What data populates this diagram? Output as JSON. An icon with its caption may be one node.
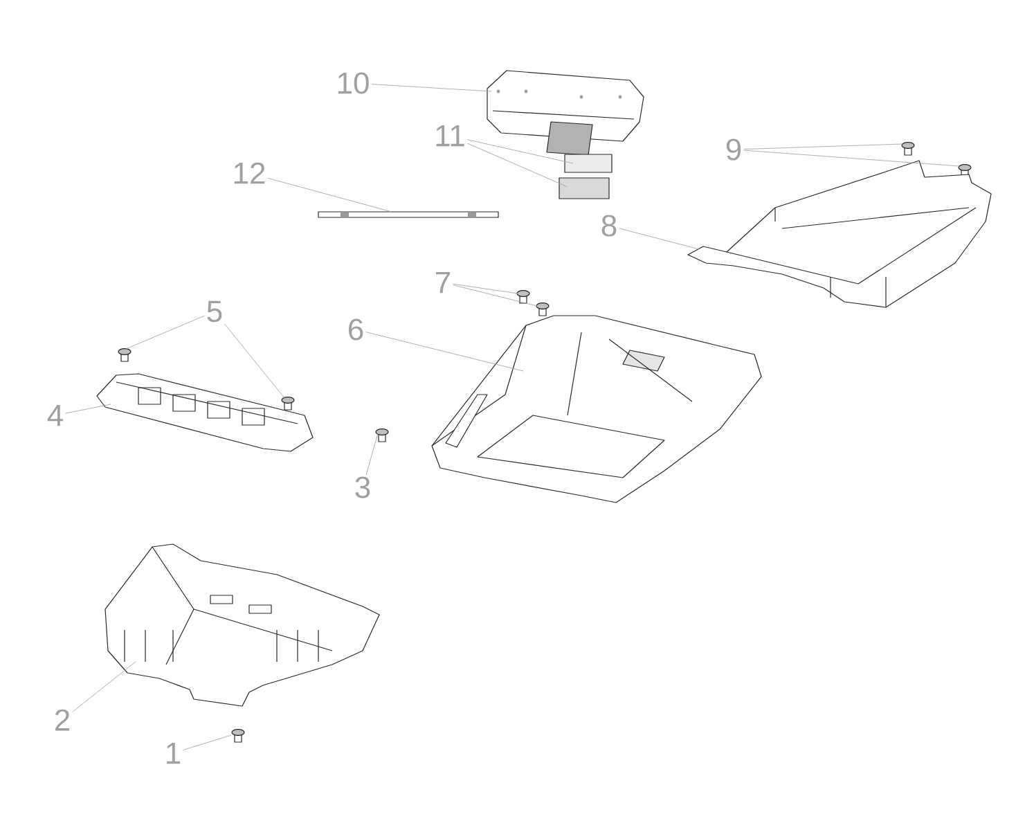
{
  "diagram": {
    "nodes": [
      {
        "text": [
          "10"
        ]
      },
      {
        "text": [],
        "shape": "picture"
      },
      {
        "text": [
          "11"
        ]
      },
      {
        "text": [],
        "shape": "box"
      },
      {
        "text": [],
        "shape": "box"
      },
      {
        "text": [
          "12"
        ]
      },
      {
        "text": [],
        "shape": "picture"
      },
      {
        "text": [
          "9"
        ]
      },
      {
        "text": [],
        "shape": "picture"
      },
      {
        "text": [],
        "shape": "picture"
      },
      {
        "text": [
          "8"
        ]
      },
      {
        "text": [],
        "shape": "picture"
      },
      {
        "text": [
          "7"
        ]
      },
      {
        "text": [],
        "shape": "picture"
      },
      {
        "text": [],
        "shape": "picture"
      },
      {
        "text": [
          "6"
        ]
      },
      {
        "text": [],
        "shape": "picture"
      },
      {
        "text": [
          "5"
        ]
      },
      {
        "text": [],
        "shape": "picture"
      },
      {
        "text": [],
        "shape": "picture"
      },
      {
        "text": [
          "4"
        ]
      },
      {
        "text": [],
        "shape": "picture"
      },
      {
        "text": [
          "3"
        ]
      },
      {
        "text": [],
        "shape": "picture"
      },
      {
        "text": [
          "2"
        ]
      },
      {
        "text": [],
        "shape": "picture"
      },
      {
        "text": [
          "1"
        ]
      },
      {
        "text": [],
        "shape": "picture"
      }
    ],
    "edges": [
      {
        "from": 0,
        "to": 1,
        "arrow": "none"
      },
      {
        "from": 2,
        "to": 3,
        "arrow": "none"
      },
      {
        "from": 2,
        "to": 4,
        "arrow": "none"
      },
      {
        "from": 5,
        "to": 6,
        "arrow": "none"
      },
      {
        "from": 7,
        "to": 8,
        "arrow": "none"
      },
      {
        "from": 7,
        "to": 9,
        "arrow": "none"
      },
      {
        "from": 10,
        "to": 11,
        "arrow": "none"
      },
      {
        "from": 12,
        "to": 13,
        "arrow": "none"
      },
      {
        "from": 12,
        "to": 14,
        "arrow": "none"
      },
      {
        "from": 15,
        "to": 16,
        "arrow": "none"
      },
      {
        "from": 17,
        "to": 18,
        "arrow": "none"
      },
      {
        "from": 17,
        "to": 19,
        "arrow": "none"
      },
      {
        "from": 20,
        "to": 21,
        "arrow": "none"
      },
      {
        "from": 22,
        "to": 23,
        "arrow": "none"
      },
      {
        "from": 24,
        "to": 25,
        "arrow": "none"
      },
      {
        "from": 26,
        "to": 27,
        "arrow": "none"
      }
    ]
  }
}
